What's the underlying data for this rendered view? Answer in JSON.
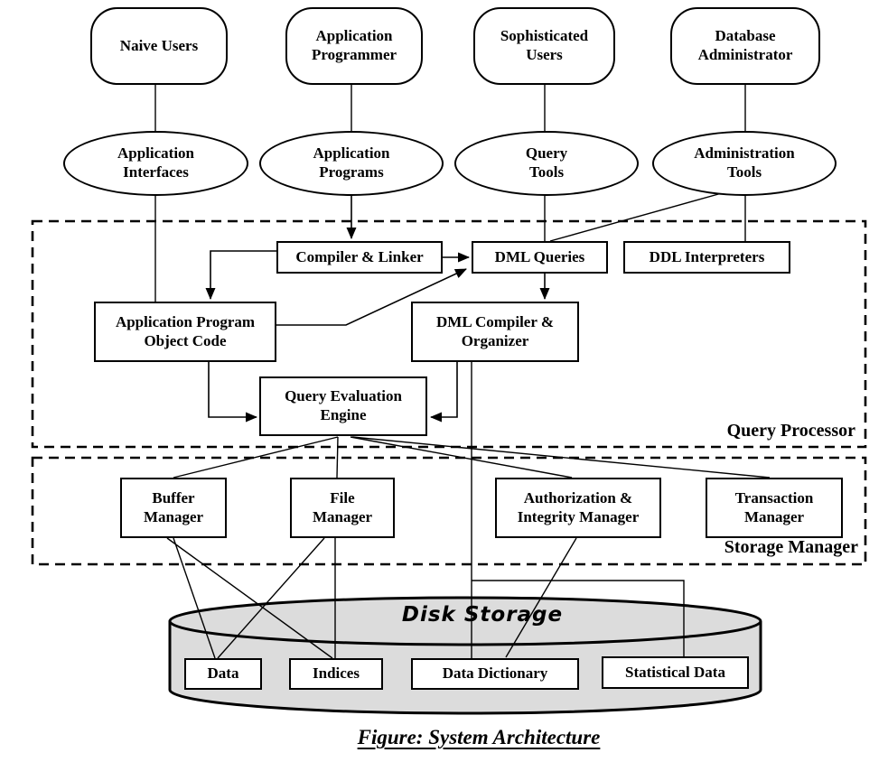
{
  "caption": "Figure: System Architecture",
  "colors": {
    "ink": "#000000",
    "disk_fill": "#dcdcdc",
    "background": "#ffffff"
  },
  "actors": [
    {
      "label": "Naive Users"
    },
    {
      "label": "Application Programmer"
    },
    {
      "label": "Sophisticated Users"
    },
    {
      "label": "Database Administrator"
    }
  ],
  "interfaces": [
    {
      "label": "Application Interfaces"
    },
    {
      "label": "Application Programs"
    },
    {
      "label": "Query Tools"
    },
    {
      "label": "Administration Tools"
    }
  ],
  "query_processor": {
    "section_label": "Query Processor",
    "nodes": {
      "compiler_linker": "Compiler & Linker",
      "dml_queries": "DML Queries",
      "ddl_interpreters": "DDL Interpreters",
      "app_program_object_code": "Application Program Object Code",
      "dml_compiler_organizer": "DML Compiler & Organizer",
      "query_evaluation_engine": "Query Evaluation Engine"
    }
  },
  "storage_manager": {
    "section_label": "Storage Manager",
    "nodes": {
      "buffer_manager": "Buffer Manager",
      "file_manager": "File Manager",
      "authorization_integrity_manager": "Authorization & Integrity Manager",
      "transaction_manager": "Transaction Manager"
    }
  },
  "disk": {
    "label": "Disk Storage",
    "items": {
      "data": "Data",
      "indices": "Indices",
      "data_dictionary": "Data Dictionary",
      "statistical_data": "Statistical Data"
    }
  }
}
